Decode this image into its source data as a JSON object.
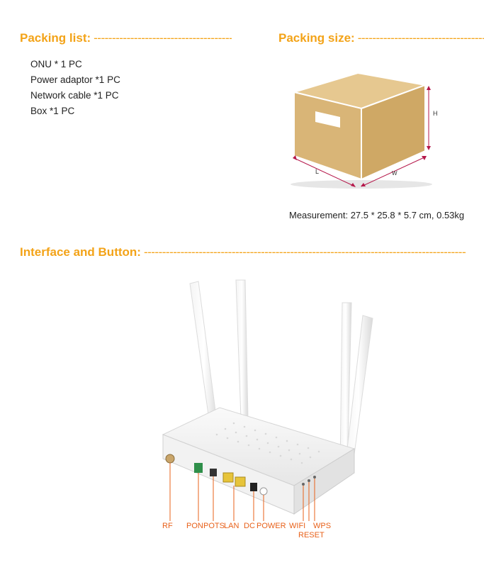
{
  "packing_list": {
    "title": "Packing list:",
    "items": [
      "ONU * 1 PC",
      "Power adaptor *1 PC",
      "Network cable *1 PC",
      "Box *1 PC"
    ]
  },
  "packing_size": {
    "title": "Packing size:",
    "dimension_labels": {
      "length": "L",
      "width": "W",
      "height": "H"
    },
    "measurement": "Measurement: 27.5 * 25.8 * 5.7 cm, 0.53kg"
  },
  "interface": {
    "title": "Interface and Button:",
    "ports": {
      "rf": "RF",
      "pon": "PON",
      "pots": "POTS",
      "lan": "LAN",
      "dc": "DC",
      "power": "POWER",
      "wifi": "WIFI",
      "reset": "RESET",
      "wps": "WPS"
    }
  },
  "colors": {
    "accent": "#f3a318",
    "label_orange": "#e8611a",
    "box_tan": "#d9b577",
    "dimension_line": "#b5174a"
  },
  "dash_line": "------------------------------------------------------------------------------------------------------------------------------------------------------"
}
